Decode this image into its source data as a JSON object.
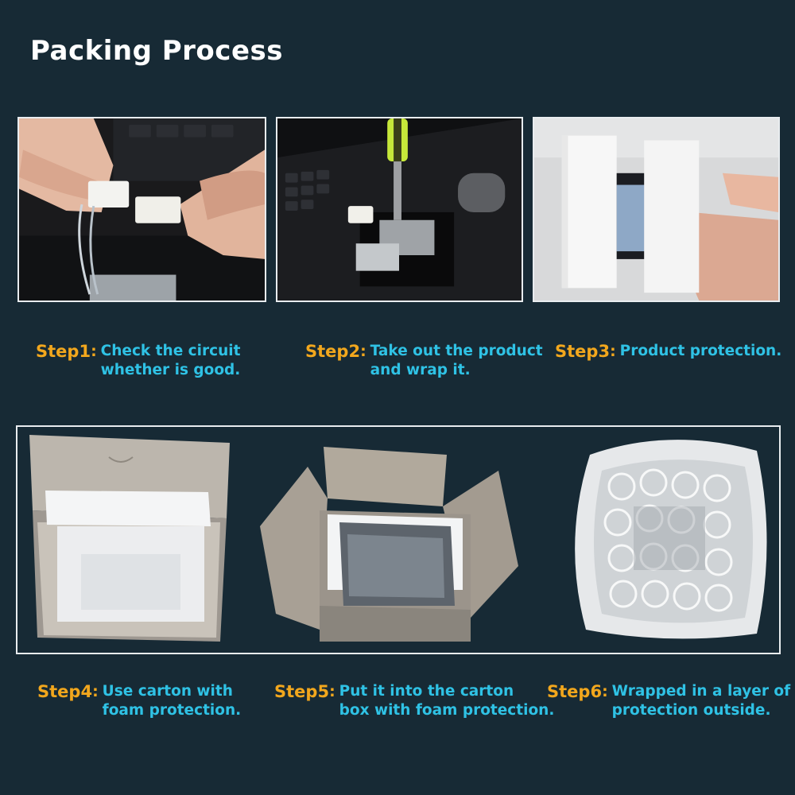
{
  "title": "Packing Process",
  "steps": [
    {
      "label": "Step1",
      "colon": ":",
      "text": "Check the circuit\nwhether is good.",
      "photo": "connector-circuit-photo"
    },
    {
      "label": "Step2",
      "colon": ":",
      "text": "Take out the product\nand wrap it.",
      "photo": "screwdriver-lamp-photo"
    },
    {
      "label": "Step3",
      "colon": ":",
      "text": "Product protection.",
      "photo": "foam-protection-photo"
    },
    {
      "label": "Step4",
      "colon": ":",
      "text": "Use carton with\nfoam protection.",
      "photo": "carton-foam-photo"
    },
    {
      "label": "Step5",
      "colon": ":",
      "text": "Put it into the carton\nbox with foam protection.",
      "photo": "carton-product-photo"
    },
    {
      "label": "Step6",
      "colon": ":",
      "text": "Wrapped in a layer of\nprotection outside.",
      "photo": "bubble-wrap-photo"
    }
  ],
  "colors": {
    "background": "#172a35",
    "step_label": "#f2a71d",
    "step_text": "#2fc2e5",
    "frame": "#e8ecef"
  }
}
